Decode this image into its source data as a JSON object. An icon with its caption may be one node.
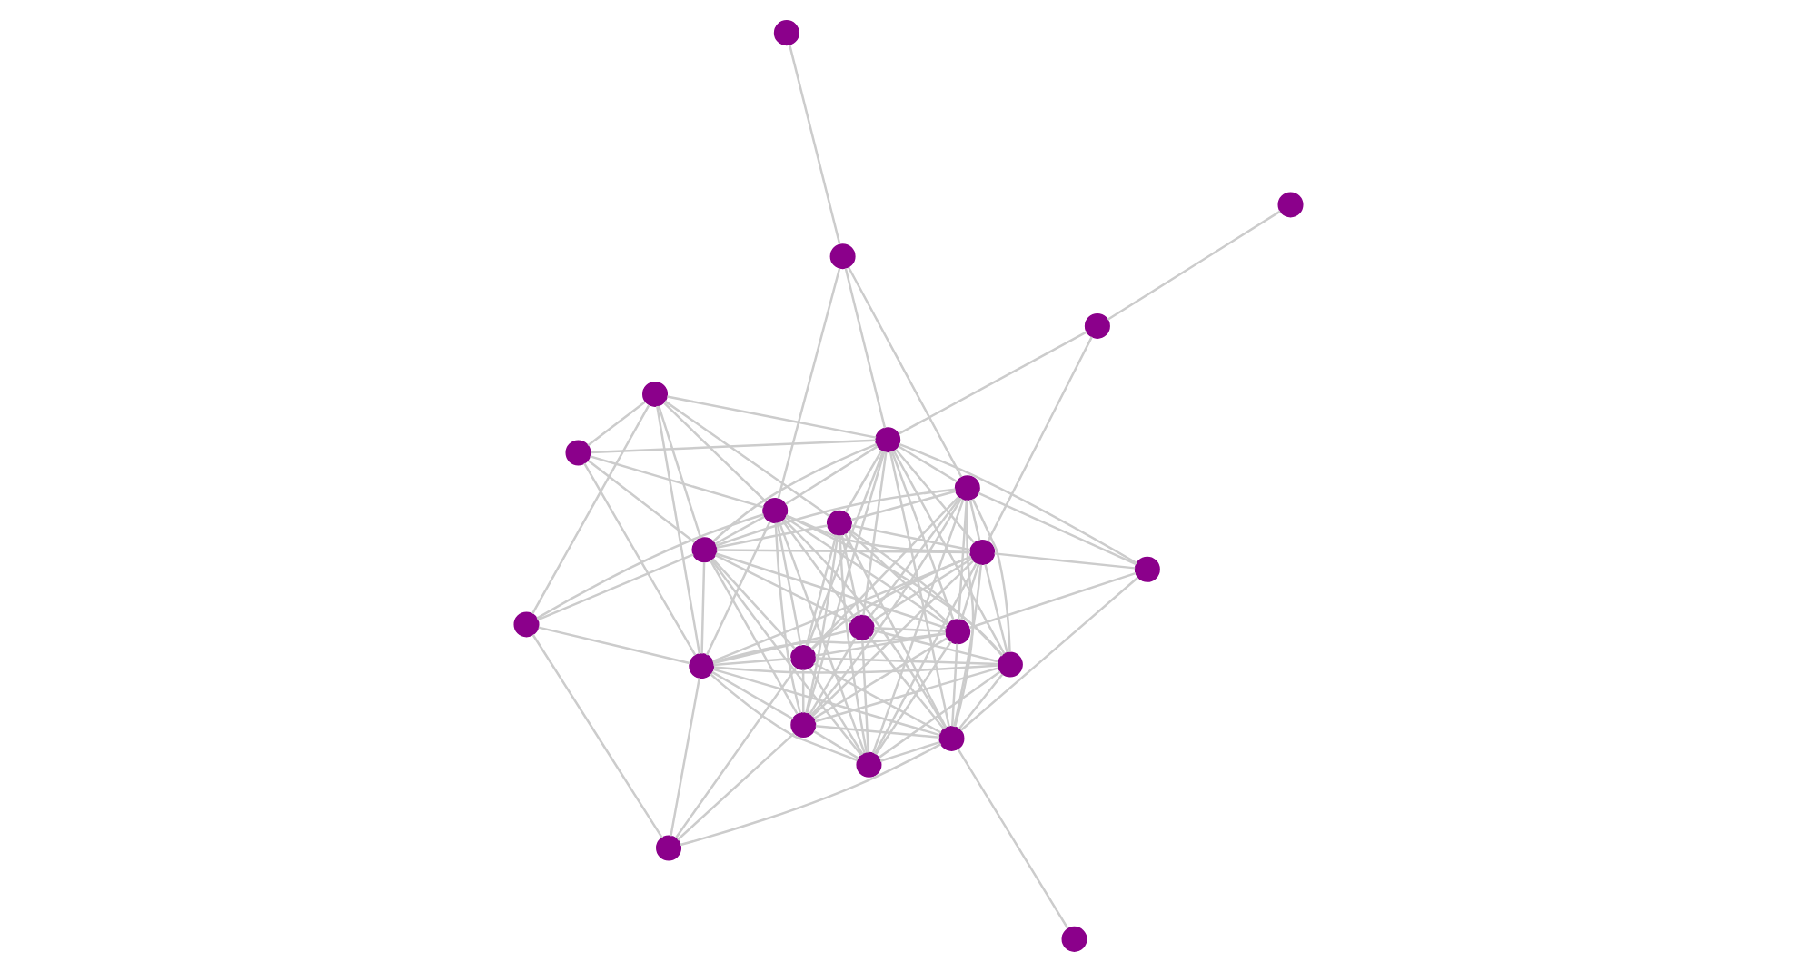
{
  "diagram": {
    "nodes": [
      {
        "text": [],
        "shape": "circle"
      },
      {
        "text": [],
        "shape": "circle"
      },
      {
        "text": [],
        "shape": "circle"
      },
      {
        "text": [],
        "shape": "circle"
      },
      {
        "text": [],
        "shape": "circle"
      },
      {
        "text": [],
        "shape": "circle"
      },
      {
        "text": [],
        "shape": "circle"
      },
      {
        "text": [],
        "shape": "circle"
      },
      {
        "text": [],
        "shape": "circle"
      },
      {
        "text": [],
        "shape": "circle"
      },
      {
        "text": [],
        "shape": "circle"
      },
      {
        "text": [],
        "shape": "circle"
      },
      {
        "text": [],
        "shape": "circle"
      },
      {
        "text": [],
        "shape": "circle"
      },
      {
        "text": [],
        "shape": "circle"
      },
      {
        "text": [],
        "shape": "circle"
      },
      {
        "text": [],
        "shape": "circle"
      },
      {
        "text": [],
        "shape": "circle"
      },
      {
        "text": [],
        "shape": "circle"
      },
      {
        "text": [],
        "shape": "circle"
      },
      {
        "text": [],
        "shape": "circle"
      },
      {
        "text": [],
        "shape": "circle"
      },
      {
        "text": [],
        "shape": "circle"
      },
      {
        "text": [],
        "shape": "circle"
      }
    ],
    "edges": [
      {
        "from": 0,
        "to": 4,
        "arrow": "none"
      },
      {
        "from": 2,
        "to": 5,
        "arrow": "none"
      },
      {
        "from": 5,
        "to": 8,
        "arrow": "none"
      },
      {
        "from": 5,
        "to": 13,
        "arrow": "none"
      },
      {
        "from": 16,
        "to": 6,
        "arrow": "none"
      },
      {
        "from": 16,
        "to": 13,
        "arrow": "none"
      },
      {
        "from": 16,
        "to": 17,
        "arrow": "none"
      },
      {
        "from": 20,
        "to": 16,
        "arrow": "none"
      },
      {
        "from": 1,
        "to": 4,
        "arrow": "none"
      },
      {
        "from": 1,
        "to": 6,
        "arrow": "none"
      },
      {
        "from": 1,
        "to": 8,
        "arrow": "none"
      },
      {
        "from": 1,
        "to": 12,
        "arrow": "none"
      },
      {
        "from": 1,
        "to": 13,
        "arrow": "none"
      },
      {
        "from": 3,
        "to": 4,
        "arrow": "none"
      },
      {
        "from": 3,
        "to": 6,
        "arrow": "none"
      },
      {
        "from": 3,
        "to": 10,
        "arrow": "none"
      },
      {
        "from": 3,
        "to": 8,
        "arrow": "none"
      },
      {
        "from": 3,
        "to": 7,
        "arrow": "none"
      },
      {
        "from": 3,
        "to": 9,
        "arrow": "none"
      },
      {
        "from": 3,
        "to": 11,
        "arrow": "none"
      },
      {
        "from": 3,
        "to": 12,
        "arrow": "none"
      },
      {
        "from": 3,
        "to": 14,
        "arrow": "none"
      },
      {
        "from": 3,
        "to": 17,
        "arrow": "none"
      },
      {
        "from": 3,
        "to": 18,
        "arrow": "none"
      },
      {
        "from": 3,
        "to": 19,
        "arrow": "none"
      },
      {
        "from": 4,
        "to": 6,
        "arrow": "none"
      },
      {
        "from": 4,
        "to": 10,
        "arrow": "none"
      },
      {
        "from": 4,
        "to": 8,
        "arrow": "none"
      },
      {
        "from": 4,
        "to": 7,
        "arrow": "none"
      },
      {
        "from": 4,
        "to": 9,
        "arrow": "none"
      },
      {
        "from": 4,
        "to": 15,
        "arrow": "none"
      },
      {
        "from": 4,
        "to": 14,
        "arrow": "none"
      },
      {
        "from": 4,
        "to": 19,
        "arrow": "none"
      },
      {
        "from": 4,
        "to": 12,
        "arrow": "none"
      },
      {
        "from": 4,
        "to": 13,
        "arrow": "none"
      },
      {
        "from": 4,
        "to": 17,
        "arrow": "none"
      },
      {
        "from": 4,
        "to": 11,
        "arrow": "none"
      },
      {
        "from": 6,
        "to": 10,
        "arrow": "none"
      },
      {
        "from": 6,
        "to": 13,
        "arrow": "none"
      },
      {
        "from": 6,
        "to": 8,
        "arrow": "none"
      },
      {
        "from": 6,
        "to": 7,
        "arrow": "none"
      },
      {
        "from": 6,
        "to": 11,
        "arrow": "none"
      },
      {
        "from": 6,
        "to": 12,
        "arrow": "none"
      },
      {
        "from": 6,
        "to": 14,
        "arrow": "none"
      },
      {
        "from": 6,
        "to": 18,
        "arrow": "none"
      },
      {
        "from": 6,
        "to": 9,
        "arrow": "none"
      },
      {
        "from": 8,
        "to": 10,
        "arrow": "none"
      },
      {
        "from": 8,
        "to": 7,
        "arrow": "none"
      },
      {
        "from": 8,
        "to": 9,
        "arrow": "none"
      },
      {
        "from": 8,
        "to": 11,
        "arrow": "none"
      },
      {
        "from": 8,
        "to": 12,
        "arrow": "none"
      },
      {
        "from": 8,
        "to": 13,
        "arrow": "none"
      },
      {
        "from": 8,
        "to": 14,
        "arrow": "none"
      },
      {
        "from": 8,
        "to": 17,
        "arrow": "none"
      },
      {
        "from": 8,
        "to": 18,
        "arrow": "none"
      },
      {
        "from": 8,
        "to": 19,
        "arrow": "none"
      },
      {
        "from": 7,
        "to": 10,
        "arrow": "none"
      },
      {
        "from": 7,
        "to": 9,
        "arrow": "none"
      },
      {
        "from": 7,
        "to": 15,
        "arrow": "none"
      },
      {
        "from": 7,
        "to": 12,
        "arrow": "none"
      },
      {
        "from": 7,
        "to": 13,
        "arrow": "none"
      },
      {
        "from": 7,
        "to": 14,
        "arrow": "none"
      },
      {
        "from": 7,
        "to": 17,
        "arrow": "none"
      },
      {
        "from": 7,
        "to": 18,
        "arrow": "none"
      },
      {
        "from": 7,
        "to": 19,
        "arrow": "none"
      },
      {
        "from": 10,
        "to": 9,
        "arrow": "none"
      },
      {
        "from": 10,
        "to": 13,
        "arrow": "none"
      },
      {
        "from": 10,
        "to": 21,
        "arrow": "none"
      },
      {
        "from": 10,
        "to": 12,
        "arrow": "none"
      },
      {
        "from": 10,
        "to": 14,
        "arrow": "none"
      },
      {
        "from": 10,
        "to": 18,
        "arrow": "none"
      },
      {
        "from": 10,
        "to": 11,
        "arrow": "none"
      },
      {
        "from": 9,
        "to": 14,
        "arrow": "none"
      },
      {
        "from": 9,
        "to": 19,
        "arrow": "none"
      },
      {
        "from": 9,
        "to": 17,
        "arrow": "none"
      },
      {
        "from": 9,
        "to": 13,
        "arrow": "none"
      },
      {
        "from": 9,
        "to": 11,
        "arrow": "none"
      },
      {
        "from": 11,
        "to": 12,
        "arrow": "none"
      },
      {
        "from": 11,
        "to": 13,
        "arrow": "none"
      },
      {
        "from": 11,
        "to": 14,
        "arrow": "none"
      },
      {
        "from": 11,
        "to": 17,
        "arrow": "none"
      },
      {
        "from": 11,
        "to": 18,
        "arrow": "none"
      },
      {
        "from": 11,
        "to": 19,
        "arrow": "none"
      },
      {
        "from": 12,
        "to": 13,
        "arrow": "none"
      },
      {
        "from": 12,
        "to": 14,
        "arrow": "none"
      },
      {
        "from": 12,
        "to": 17,
        "arrow": "none"
      },
      {
        "from": 12,
        "to": 18,
        "arrow": "none"
      },
      {
        "from": 12,
        "to": 19,
        "arrow": "none"
      },
      {
        "from": 13,
        "to": 14,
        "arrow": "none"
      },
      {
        "from": 13,
        "to": 17,
        "arrow": "none"
      },
      {
        "from": 13,
        "to": 21,
        "arrow": "none"
      },
      {
        "from": 13,
        "to": 23,
        "arrow": "none"
      },
      {
        "from": 13,
        "to": 18,
        "arrow": "none"
      },
      {
        "from": 14,
        "to": 15,
        "arrow": "none"
      },
      {
        "from": 14,
        "to": 17,
        "arrow": "none"
      },
      {
        "from": 14,
        "to": 18,
        "arrow": "none"
      },
      {
        "from": 14,
        "to": 19,
        "arrow": "none"
      },
      {
        "from": 15,
        "to": 19,
        "arrow": "none"
      },
      {
        "from": 15,
        "to": 22,
        "arrow": "none"
      },
      {
        "from": 17,
        "to": 18,
        "arrow": "none"
      },
      {
        "from": 17,
        "to": 19,
        "arrow": "none"
      },
      {
        "from": 17,
        "to": 21,
        "arrow": "none"
      },
      {
        "from": 17,
        "to": 22,
        "arrow": "none"
      },
      {
        "from": 17,
        "to": 23,
        "arrow": "none"
      },
      {
        "from": 18,
        "to": 19,
        "arrow": "none"
      },
      {
        "from": 18,
        "to": 21,
        "arrow": "none"
      },
      {
        "from": 18,
        "to": 22,
        "arrow": "none"
      },
      {
        "from": 18,
        "to": 23,
        "arrow": "none"
      },
      {
        "from": 19,
        "to": 21,
        "arrow": "none"
      },
      {
        "from": 19,
        "to": 22,
        "arrow": "none"
      },
      {
        "from": 19,
        "to": 23,
        "arrow": "none"
      },
      {
        "from": 21,
        "to": 22,
        "arrow": "none"
      },
      {
        "from": 21,
        "to": 23,
        "arrow": "none"
      }
    ]
  }
}
